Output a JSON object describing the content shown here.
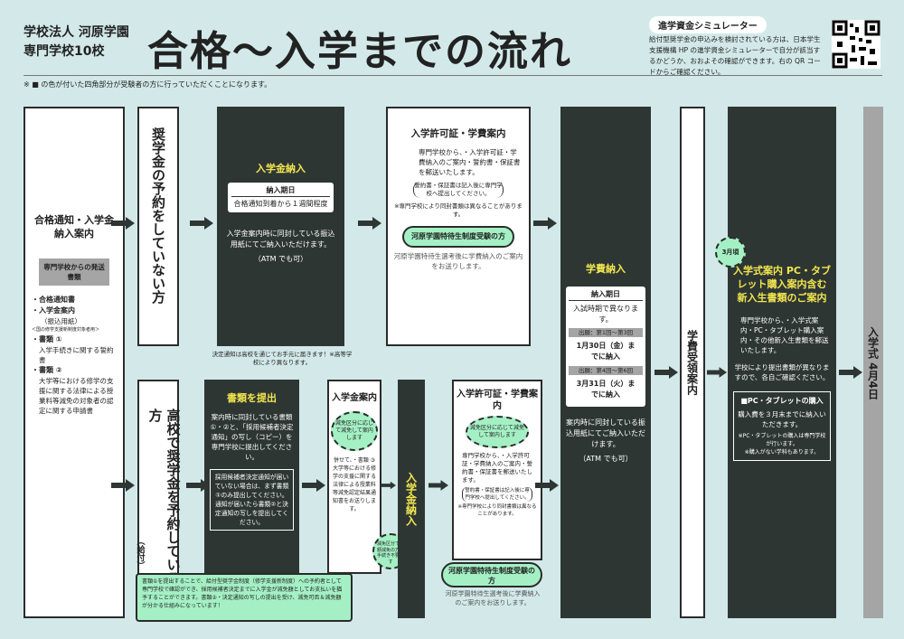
{
  "header": {
    "org_line1": "学校法人 河原学園",
    "org_line2": "専門学校10校",
    "title": "合格〜入学までの流れ",
    "note": "※ ■ の色が付いた四角部分が受験者の方に行っていただくことになります。",
    "sim_title": "進学資金シミュレーター",
    "sim_text": "給付型奨学金の申込みを検討されている方は、日本学生支援機構 HP の進学資金シミュレーターで自分が該当するかどうか、おおよその確認ができます。右の QR コードからご確認ください。"
  },
  "col1": {
    "title": "合格通知・入学金納入案内",
    "sub_badge": "専門学校からの発送書類",
    "items": [
      "・合格通知書",
      "・入学金案内",
      "（振込用紙）",
      "＜国の修学支援新制度対象者用＞",
      "・書類 ①",
      "入学手続きに関する誓約書",
      "・書類 ②",
      "大学等における修学の支援に関する法律による授業料等減免の対象者の認定に関する申請書"
    ]
  },
  "col2": {
    "top": "奨学金の予約をしていない方",
    "bottom": "高校で奨学金を予約している方",
    "bottom_sub": "（給付）"
  },
  "col3": {
    "top_title": "入学金納入",
    "deadline_label": "納入期日",
    "deadline_text": "合格通知到着から１週間程度",
    "top_body": "入学金案内時に同封している振込用紙にてご納入いただけます。",
    "top_atm": "（ATM でも可）",
    "note_above": "決定通知は高校を通じてお手元に届きます！※高等学校により異なります。",
    "bottom_title": "書類を提出",
    "bottom_body": "案内時に同封している書類 ①・②と、「採用候補者決定通知」の写し（コピー）を専門学校に提出してください。",
    "inner_note": "採用候補者決定通知が届いていない場合は、まず書類 ①のみ提出してください。通知が届いたら書類②と決定通知の写しを提出してください。",
    "green_note": "書類①を提出することで、給付型奨学金制度（修学支援新制度）への予約者として専門学校で確認ができ、採用候補者決定までに入学金が減免額としてお支払いを猶予することができます。書類②・決定通知の写しの提出を受け、減免可否＆減免額が分かる仕組みになっています！"
  },
  "col4": {
    "top_title": "入学許可証・学費案内",
    "top_body": "専門学校から、・入学許可証・学費納入のご案内・誓約書・保証書を郵送いたします。",
    "top_bracket": "誓約書・保証書は記入後に専門学校へ提出してください。",
    "top_note": "※専門学校により同封書類は異なることがあります。",
    "top_green_title": "河原学園特待生制度受験の方",
    "top_green_body": "河原学園特待生選考後に学費納入のご案内をお送りします。",
    "bottom_a_title": "入学金案内",
    "bottom_a_burst": "減免区分に応じて減免して案内します",
    "bottom_a_body": "併せて、・書類 ③ 大学等における修学の支援に関する法律による授業料等減免認定結果通知書をお送りします。",
    "bottom_a_small_burst": "減免区分で全額減免の方は手続き不要です",
    "bottom_b_vertical": "入学金納入",
    "bottom_c_title": "入学許可証・学費案内",
    "bottom_c_burst": "減免区分に応じて減免して案内します",
    "bottom_c_body": "専門学校から、・入学許可証・学費納入のご案内・誓約書・保証書を郵送いたします。",
    "bottom_c_bracket": "誓約書・保証書は記入後に専門学校へ提出してください。",
    "bottom_c_note": "※専門学校により同封書類は異なることがあります。",
    "bottom_green_title": "河原学園特待生制度受験の方",
    "bottom_green_body": "河原学園特待生選考後に学費納入のご案内をお送りします。"
  },
  "col5": {
    "title": "学費納入",
    "deadline_label": "納入期日",
    "deadline_text": "入試時期で異なります。",
    "exam1_label": "出願：第1回〜第3回",
    "exam1_date": "1月30日（金）までに納入",
    "exam2_label": "出願：第4回〜第6回",
    "exam2_date": "3月31日（火）までに納入",
    "body": "案内時に同封している振込用紙にてご納入いただけます。",
    "atm": "（ATM でも可）"
  },
  "col6": {
    "vertical": "学費受領案内"
  },
  "col7": {
    "badge": "3月頃",
    "title": "入学式案内 PC・タブレット購入案内含む新入生書類のご案内",
    "body": "専門学校から、・入学式案内・PC・タブレット購入案内・その他新入生書類を郵送いたします。",
    "note": "学校により提出書類が異なりますので、各自ご確認ください。",
    "pc_title": "■PC・タブレットの購入",
    "pc_body": "購入費を３月末までに納入いただきます。",
    "pc_note1": "※PC・タブレットの購入は専門学校が行います。",
    "pc_note2": "※購入がない学科もあります。"
  },
  "col8": {
    "vertical": "入学式 4月4日"
  },
  "colors": {
    "bg": "#d3e9e9",
    "dark": "#2e3634",
    "green": "#a4f0c4",
    "yellow": "#f2e64e",
    "gray": "#a5a5a5"
  },
  "icons": [
    "arrow-right-icon",
    "qr-code-icon"
  ]
}
